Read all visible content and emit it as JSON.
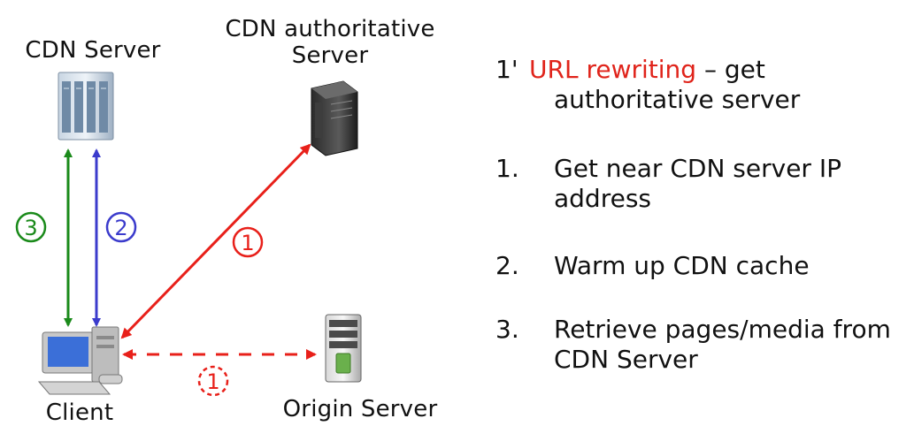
{
  "labels": {
    "cdn_server": "CDN Server",
    "cdn_authoritative_line1": "CDN authoritative",
    "cdn_authoritative_line2": "Server",
    "client": "Client",
    "origin_server": "Origin Server"
  },
  "badges": {
    "step3": "3",
    "step2": "2",
    "step1_solid": "1",
    "step1_dashed": "1"
  },
  "colors": {
    "green": "#1a8a1a",
    "blue": "#3b3bcc",
    "red": "#e8201a"
  },
  "steps": {
    "prime": {
      "number": "1'",
      "highlight": "URL rewriting",
      "rest_line1": " – get",
      "rest_line2": "authoritative server"
    },
    "items": [
      {
        "number": "1.",
        "line1": "Get near CDN server IP",
        "line2": "address"
      },
      {
        "number": "2.",
        "line1": "Warm up CDN cache",
        "line2": ""
      },
      {
        "number": "3.",
        "line1": "Retrieve pages/media from",
        "line2": "CDN Server"
      }
    ]
  }
}
